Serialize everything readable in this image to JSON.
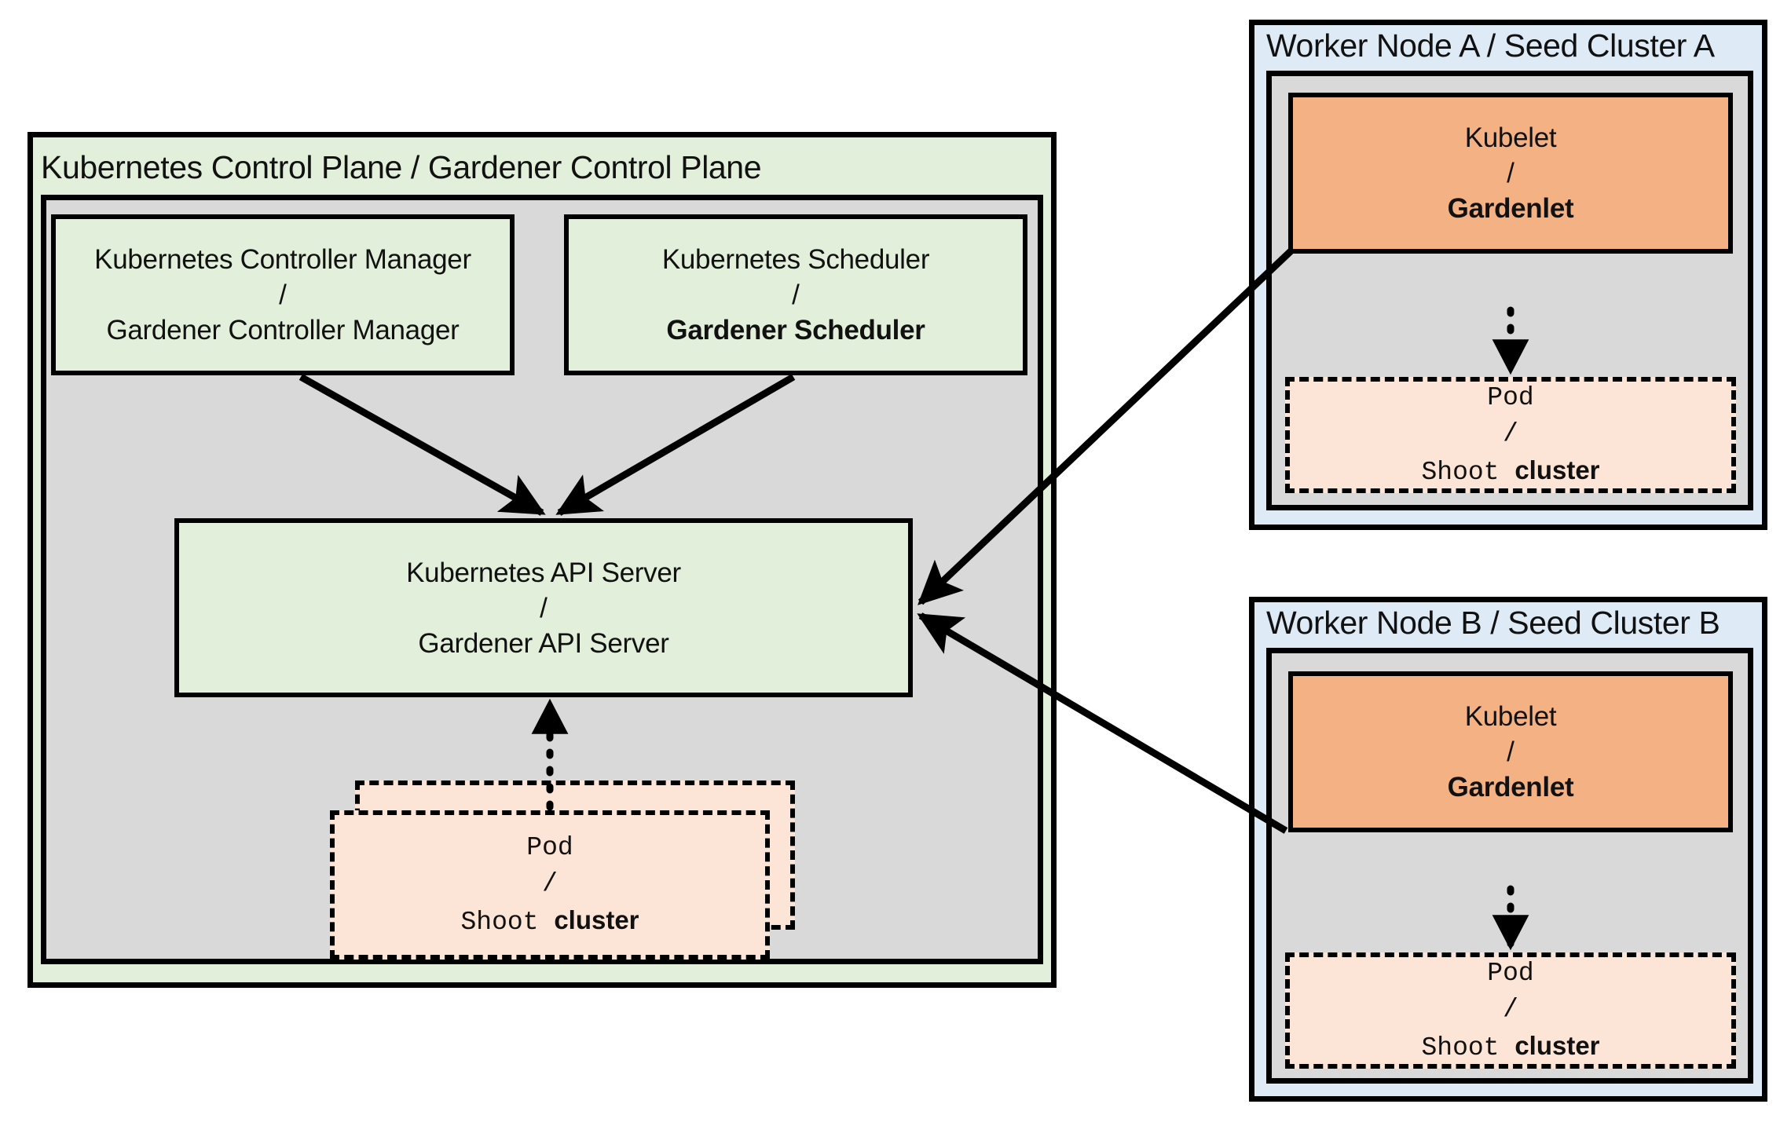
{
  "diagram": {
    "title_control_plane": "Kubernetes Control Plane / Gardener Control Plane",
    "colors": {
      "green_fill": "#e2efda",
      "gray_fill": "#d9d9d9",
      "orange_fill": "#f4b183",
      "light_orange_fill": "#fce4d6",
      "blue_fill": "#deeaf6",
      "stroke": "#000000"
    }
  },
  "control_plane": {
    "title": "Kubernetes Control Plane / Gardener Control Plane",
    "controller_manager": {
      "line1": "Kubernetes Controller Manager",
      "separator": "/",
      "line2": "Gardener Controller Manager"
    },
    "scheduler": {
      "line1": "Kubernetes Scheduler",
      "separator": "/",
      "line2": "Gardener Scheduler"
    },
    "api_server": {
      "line1": "Kubernetes API Server",
      "separator": "/",
      "line2": "Gardener API Server"
    },
    "pod": {
      "line1": "Pod",
      "separator": "/",
      "line2_mono": "Shoot",
      "line2_bold": "cluster"
    }
  },
  "worker_nodes": [
    {
      "title": "Worker Node A / Seed Cluster A",
      "kubelet": {
        "line1": "Kubelet",
        "separator": "/",
        "line2": "Gardenlet"
      },
      "pod": {
        "line1": "Pod",
        "separator": "/",
        "line2_mono": "Shoot",
        "line2_bold": "cluster"
      }
    },
    {
      "title": "Worker Node B / Seed Cluster B",
      "kubelet": {
        "line1": "Kubelet",
        "separator": "/",
        "line2": "Gardenlet"
      },
      "pod": {
        "line1": "Pod",
        "separator": "/",
        "line2_mono": "Shoot",
        "line2_bold": "cluster"
      }
    }
  ],
  "connections": [
    {
      "name": "controller-manager-to-api-server",
      "style": "solid",
      "direction": "down-right"
    },
    {
      "name": "scheduler-to-api-server",
      "style": "solid",
      "direction": "down-left"
    },
    {
      "name": "pod-to-api-server",
      "style": "dotted",
      "direction": "up"
    },
    {
      "name": "gardenlet-a-to-api-server",
      "style": "solid",
      "direction": "down-left"
    },
    {
      "name": "gardenlet-b-to-api-server",
      "style": "solid",
      "direction": "up-left"
    },
    {
      "name": "gardenlet-a-to-pod-a",
      "style": "dotted",
      "direction": "down"
    },
    {
      "name": "gardenlet-b-to-pod-b",
      "style": "dotted",
      "direction": "down"
    }
  ]
}
